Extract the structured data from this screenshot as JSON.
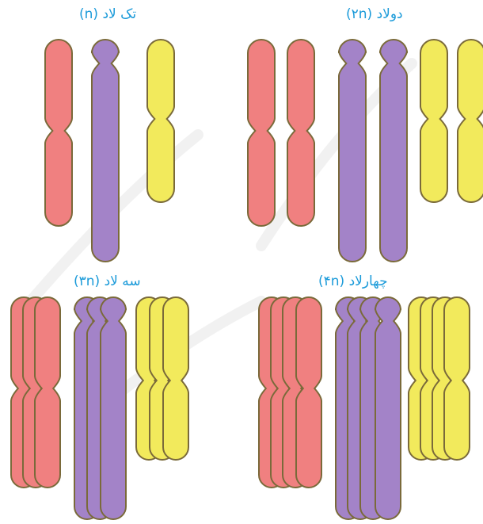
{
  "colors": {
    "red": "#f08080",
    "purple": "#a383c8",
    "yellow": "#f2ea5c",
    "label": "#1a9ad9"
  },
  "panels": {
    "haploid": {
      "label": "تک لاد (n)"
    },
    "diploid": {
      "label": "دولاد (۲n)"
    },
    "triploid": {
      "label": "سه لاد (۳n)"
    },
    "tetraploid": {
      "label": "چهارلاد (۴n)"
    }
  }
}
